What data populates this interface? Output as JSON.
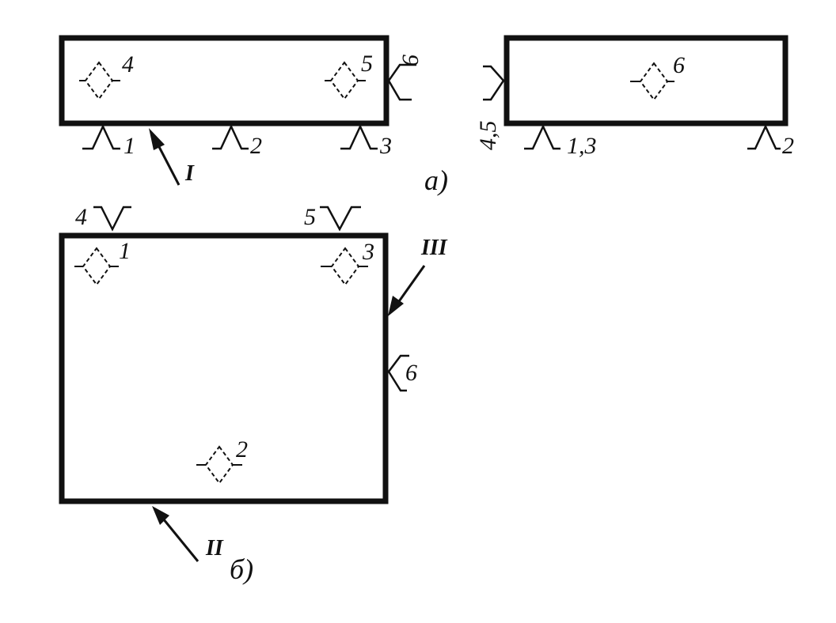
{
  "view_a": {
    "caption": "а)",
    "left_view": {
      "locator_labels": [
        "4",
        "5"
      ],
      "clamp_labels": [
        "1",
        "2",
        "3",
        "6"
      ],
      "force_label": "I"
    },
    "right_view": {
      "locator_labels": [
        "6"
      ],
      "clamp_labels": [
        "4,5",
        "1,3",
        "2"
      ]
    }
  },
  "view_b": {
    "caption": "б)",
    "locator_labels": [
      "1",
      "3",
      "2"
    ],
    "clamp_labels": [
      "4",
      "5",
      "6"
    ],
    "force_labels": [
      "III",
      "II"
    ]
  }
}
